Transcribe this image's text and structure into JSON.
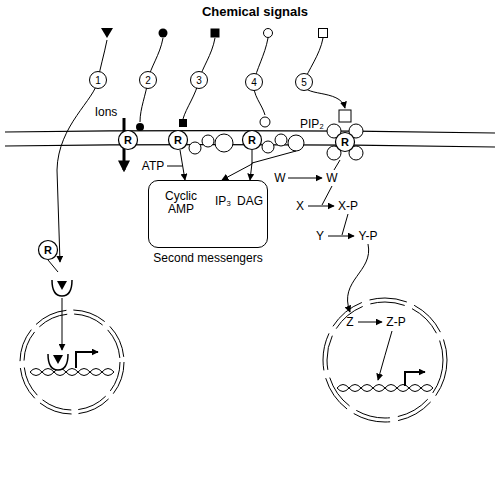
{
  "diagram": {
    "title": "Chemical signals",
    "nodes": [
      {
        "text": [
          "R"
        ]
      },
      {
        "text": [
          "R"
        ]
      },
      {
        "text": [
          "R"
        ]
      },
      {
        "text": [
          "R"
        ]
      },
      {
        "text": [
          "Cyclic AMP",
          "IP₃",
          "DAG",
          "Second messengers"
        ]
      },
      {
        "text": [
          "R"
        ]
      }
    ],
    "edges": [
      {
        "from": 1,
        "to": 4,
        "arrow": "to"
      },
      {
        "from": 2,
        "to": 4,
        "arrow": "to"
      }
    ],
    "labels": [
      "1",
      "2",
      "3",
      "4",
      "5",
      "Ions",
      "ATP",
      "PIP₂",
      "W",
      "W",
      "X",
      "X-P",
      "Y",
      "Y-P",
      "Z",
      "Z-P"
    ]
  }
}
